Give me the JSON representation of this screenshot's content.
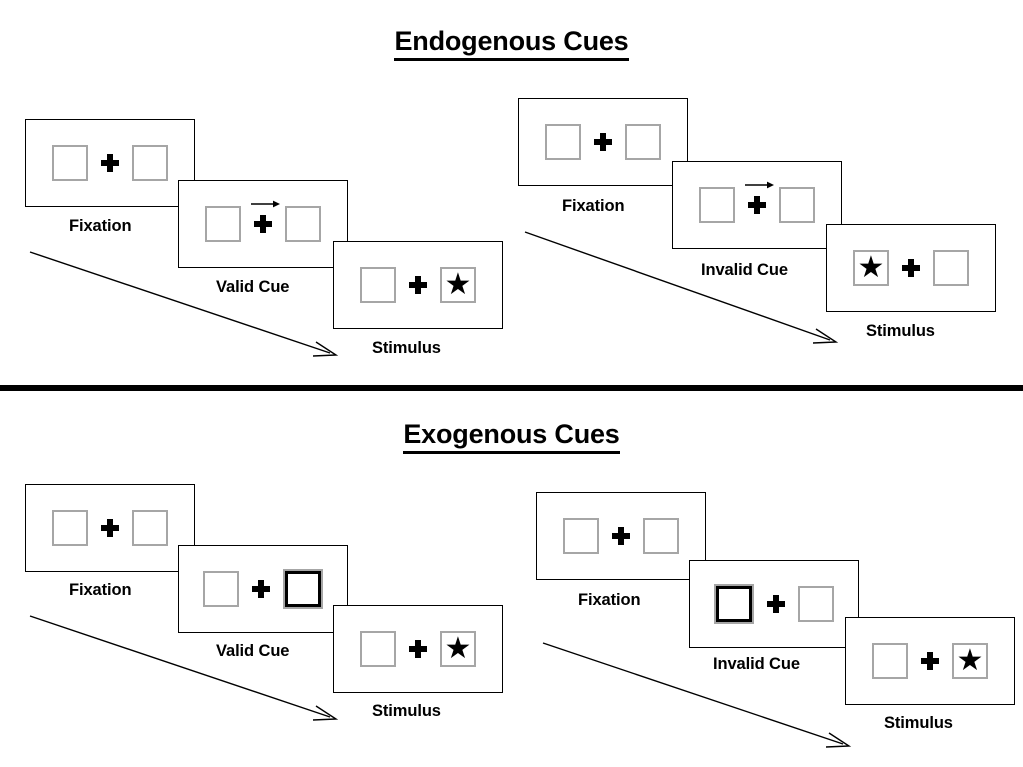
{
  "figure": {
    "type": "diagram",
    "description": "Posner cueing paradigm trial sequences for endogenous and exogenous cues",
    "background_color": "#ffffff",
    "box_border_color": "#a6a6a6",
    "cued_box_color": "#000000",
    "panel_border_color": "#000000",
    "text_color": "#000000"
  },
  "sections": [
    {
      "id": "endogenous",
      "title": "Endogenous Cues",
      "columns": [
        {
          "id": "endogenous-valid",
          "frames": [
            {
              "caption": "Fixation",
              "left_box": "empty",
              "right_box": "empty",
              "cue": "none",
              "cue_icon": "none"
            },
            {
              "caption": "Valid Cue",
              "left_box": "empty",
              "right_box": "empty",
              "cue": "arrow-right",
              "cue_icon": "right-arrow-icon"
            },
            {
              "caption": "Stimulus",
              "left_box": "empty",
              "right_box": "star",
              "cue": "none",
              "cue_icon": "star-icon"
            }
          ],
          "flow_arrow_label": "time-flow-arrow"
        },
        {
          "id": "endogenous-invalid",
          "frames": [
            {
              "caption": "Fixation",
              "left_box": "empty",
              "right_box": "empty",
              "cue": "none",
              "cue_icon": "none"
            },
            {
              "caption": "Invalid Cue",
              "left_box": "empty",
              "right_box": "empty",
              "cue": "arrow-right",
              "cue_icon": "right-arrow-icon"
            },
            {
              "caption": "Stimulus",
              "left_box": "star",
              "right_box": "empty",
              "cue": "none",
              "cue_icon": "star-icon"
            }
          ],
          "flow_arrow_label": "time-flow-arrow"
        }
      ]
    },
    {
      "id": "exogenous",
      "title": "Exogenous Cues",
      "columns": [
        {
          "id": "exogenous-valid",
          "frames": [
            {
              "caption": "Fixation",
              "left_box": "empty",
              "right_box": "empty",
              "cue": "none",
              "cue_icon": "none"
            },
            {
              "caption": "Valid Cue",
              "left_box": "empty",
              "right_box": "cued",
              "cue": "box-flash",
              "cue_icon": "highlighted-box-icon"
            },
            {
              "caption": "Stimulus",
              "left_box": "empty",
              "right_box": "star",
              "cue": "none",
              "cue_icon": "star-icon"
            }
          ],
          "flow_arrow_label": "time-flow-arrow"
        },
        {
          "id": "exogenous-invalid",
          "frames": [
            {
              "caption": "Fixation",
              "left_box": "empty",
              "right_box": "empty",
              "cue": "none",
              "cue_icon": "none"
            },
            {
              "caption": "Invalid Cue",
              "left_box": "cued",
              "right_box": "empty",
              "cue": "box-flash",
              "cue_icon": "highlighted-box-icon"
            },
            {
              "caption": "Stimulus",
              "left_box": "empty",
              "right_box": "star",
              "cue": "none",
              "cue_icon": "star-icon"
            }
          ],
          "flow_arrow_label": "time-flow-arrow"
        }
      ]
    }
  ],
  "glyphs": {
    "star": "★",
    "fixation_cross": "plus-shape",
    "arrow": "→"
  }
}
